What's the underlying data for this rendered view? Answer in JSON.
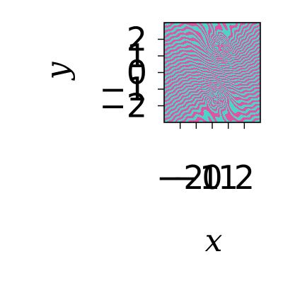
{
  "chart_data": {
    "type": "heatmap",
    "title": "",
    "xlabel": "x",
    "ylabel": "y",
    "xlim": [
      -3,
      3
    ],
    "ylim": [
      -3,
      3
    ],
    "x_ticks": [
      -2,
      -1,
      0,
      1,
      2
    ],
    "y_ticks": [
      -2,
      -1,
      0,
      1,
      2
    ],
    "x_tick_labels": [
      "−2",
      "−1",
      "0",
      "1",
      "2"
    ],
    "y_tick_labels": [
      "−2",
      "−1",
      "0",
      "1",
      "2"
    ],
    "grid": false,
    "legend": "none",
    "colormap": [
      "#e0559f",
      "#4fd2c8"
    ]
  }
}
